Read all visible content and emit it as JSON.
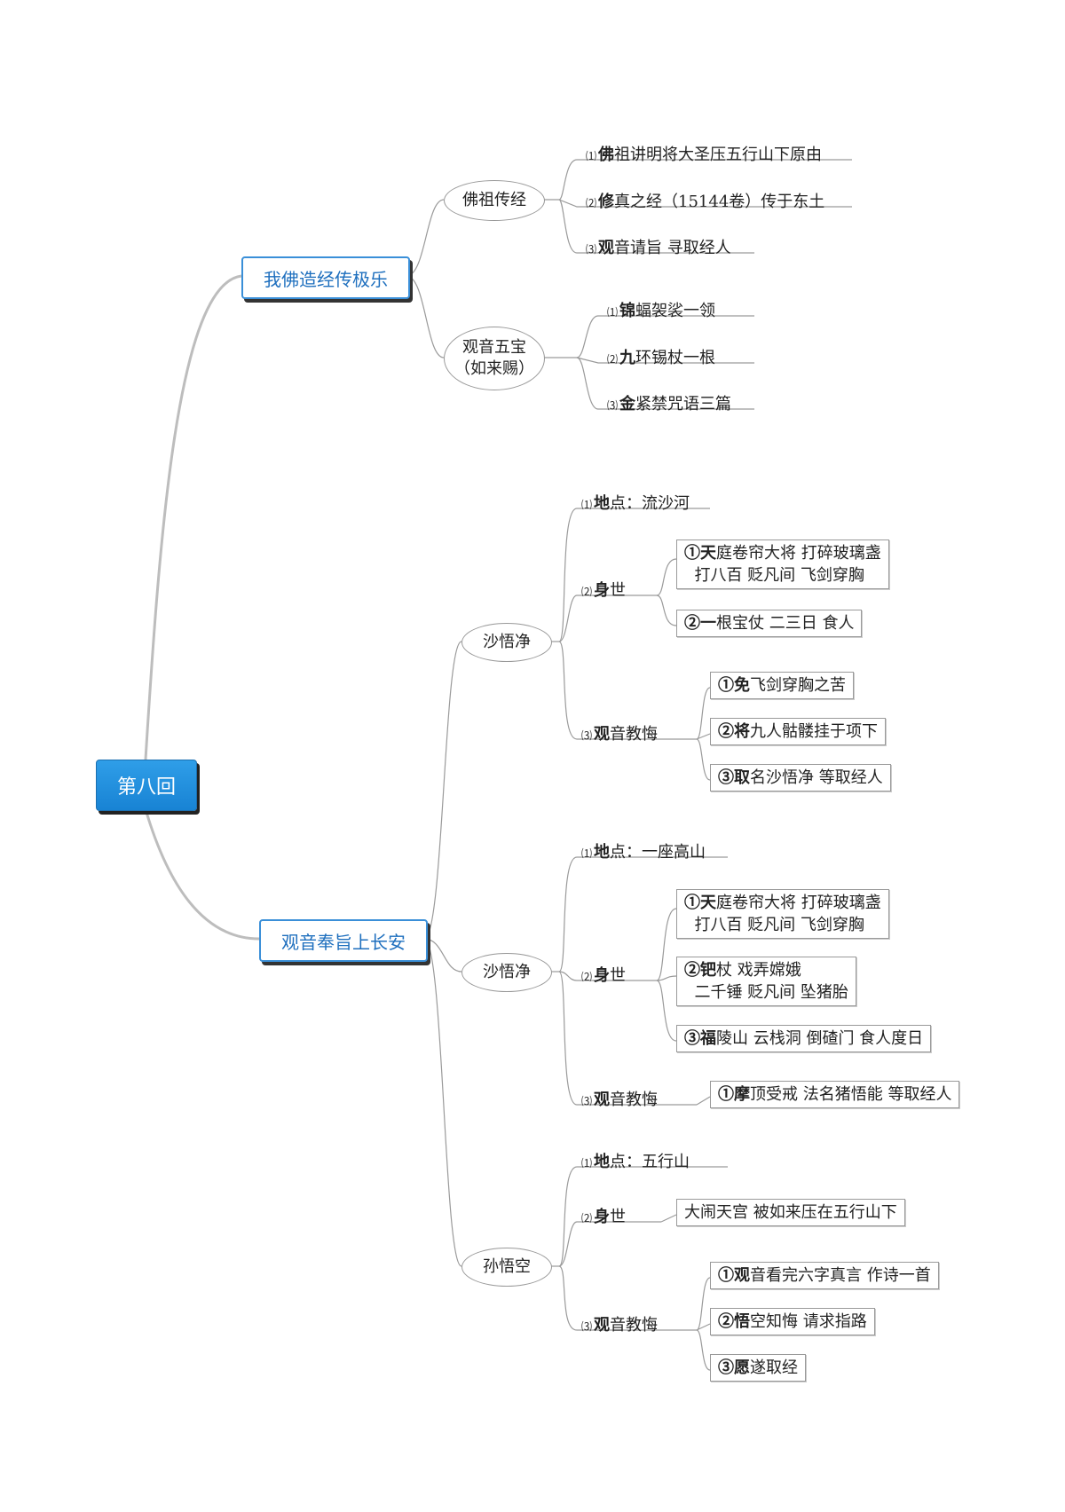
{
  "root": "第八回",
  "branches": [
    {
      "label": "我佛造经传极乐",
      "children": [
        {
          "label": "佛祖传经",
          "items": [
            {
              "num": "⑴",
              "head": "佛",
              "rest": "祖讲明将大圣压五行山下原由"
            },
            {
              "num": "⑵",
              "head": "修",
              "rest": "真之经（15144卷）传于东土"
            },
            {
              "num": "⑶",
              "head": "观",
              "rest": "音请旨 寻取经人"
            }
          ]
        },
        {
          "label": "观音五宝\n（如来赐）",
          "items": [
            {
              "num": "⑴",
              "head": "锦",
              "rest": "蝠袈裟一领"
            },
            {
              "num": "⑵",
              "head": "九",
              "rest": "环锡杖一根"
            },
            {
              "num": "⑶",
              "head": "金",
              "rest": "紧禁咒语三篇"
            }
          ]
        }
      ]
    },
    {
      "label": "观音奉旨上长安",
      "children": [
        {
          "label": "沙悟净",
          "items": [
            {
              "num": "⑴",
              "head": "地",
              "rest": "点：流沙河",
              "boxes": []
            },
            {
              "num": "⑵",
              "head": "身",
              "rest": "世",
              "boxes": [
                {
                  "head": "①天",
                  "rest": "庭卷帘大将 打碎玻璃盏\n  打八百 贬凡间 飞剑穿胸"
                },
                {
                  "head": "②一",
                  "rest": "根宝仗 二三日 食人"
                }
              ]
            },
            {
              "num": "⑶",
              "head": "观",
              "rest": "音教悔",
              "boxes": [
                {
                  "head": "①免",
                  "rest": "飞剑穿胸之苦"
                },
                {
                  "head": "②将",
                  "rest": "九人骷髅挂于项下"
                },
                {
                  "head": "③取",
                  "rest": "名沙悟净 等取经人"
                }
              ]
            }
          ]
        },
        {
          "label": "沙悟净",
          "items": [
            {
              "num": "⑴",
              "head": "地",
              "rest": "点：一座高山",
              "boxes": []
            },
            {
              "num": "⑵",
              "head": "身",
              "rest": "世",
              "boxes": [
                {
                  "head": "①天",
                  "rest": "庭卷帘大将 打碎玻璃盏\n  打八百 贬凡间 飞剑穿胸"
                },
                {
                  "head": "②钯",
                  "rest": "杖 戏弄嫦娥\n  二千锤 贬凡间 坠猪胎"
                },
                {
                  "head": "③福",
                  "rest": "陵山 云栈洞 倒碴门 食人度日"
                }
              ]
            },
            {
              "num": "⑶",
              "head": "观",
              "rest": "音教悔",
              "boxes": [
                {
                  "head": "①摩",
                  "rest": "顶受戒 法名猪悟能 等取经人"
                }
              ]
            }
          ]
        },
        {
          "label": "孙悟空",
          "items": [
            {
              "num": "⑴",
              "head": "地",
              "rest": "点：五行山",
              "boxes": []
            },
            {
              "num": "⑵",
              "head": "身",
              "rest": "世",
              "boxes": [
                {
                  "head": "",
                  "rest": "大闹天宫 被如来压在五行山下"
                }
              ]
            },
            {
              "num": "⑶",
              "head": "观",
              "rest": "音教悔",
              "boxes": [
                {
                  "head": "①观",
                  "rest": "音看完六字真言 作诗一首"
                },
                {
                  "head": "②悟",
                  "rest": "空知悔 请求指路"
                },
                {
                  "head": "③愿",
                  "rest": "遂取经"
                }
              ]
            }
          ]
        }
      ]
    }
  ]
}
